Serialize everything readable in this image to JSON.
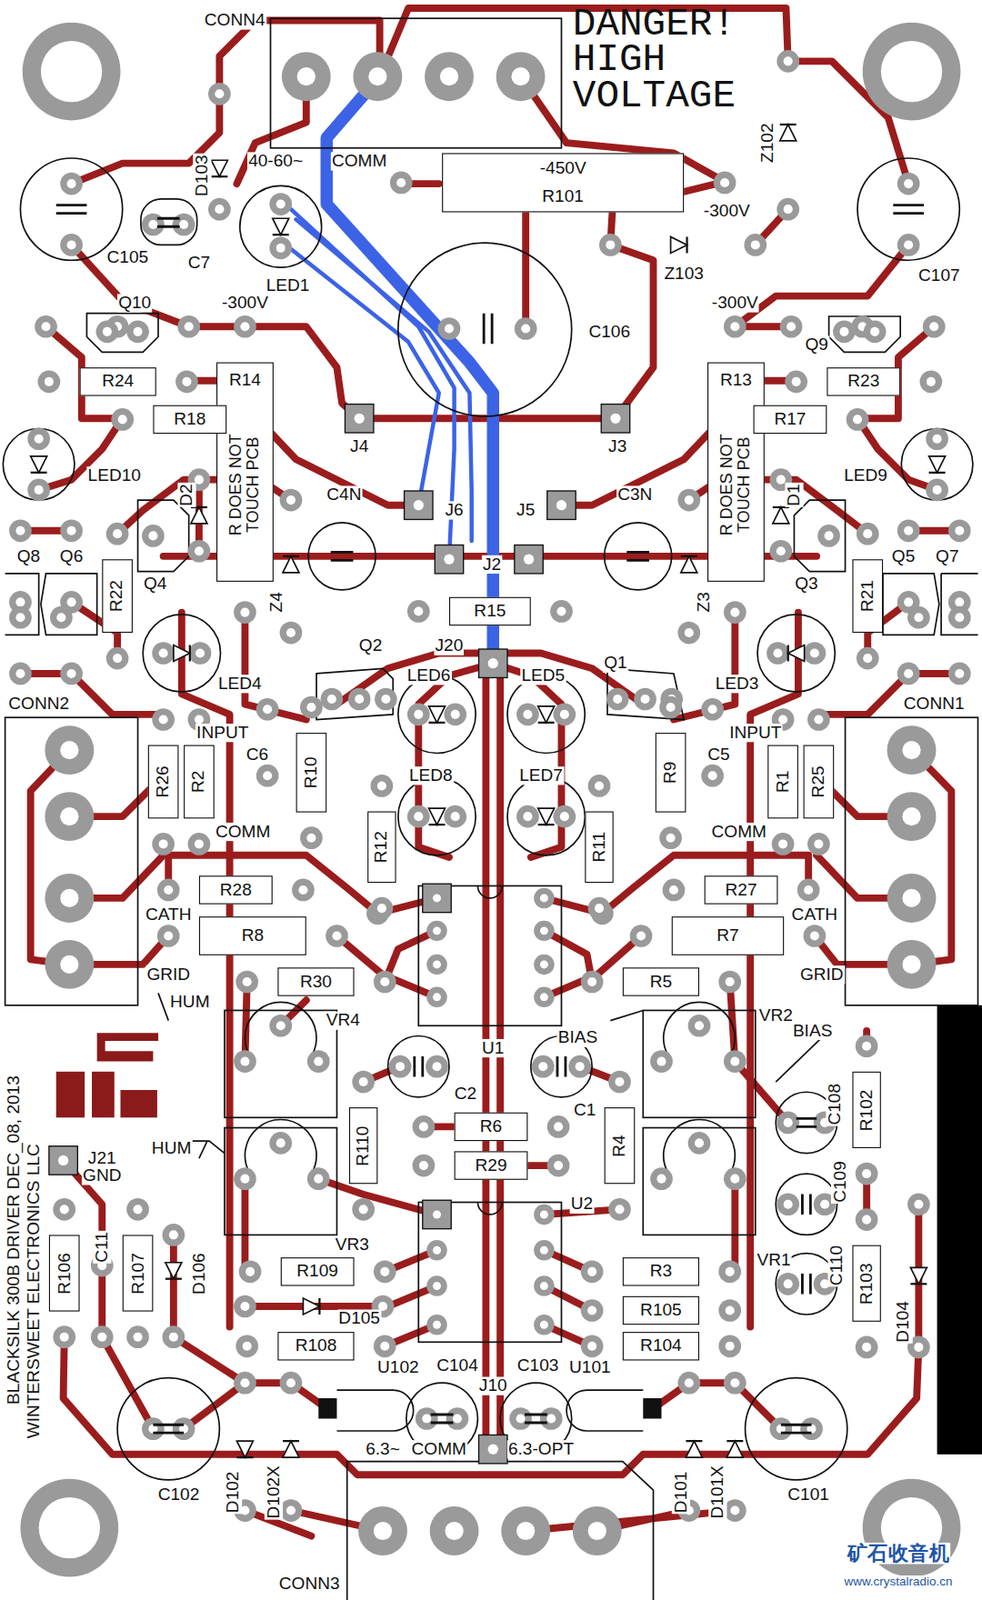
{
  "diagram": {
    "nodes": [
      {
        "text": [
          "-450V",
          "R101"
        ]
      },
      {
        "text": [
          "R24"
        ]
      },
      {
        "text": [
          "R14",
          "R DOES NOT TOUCH PCB"
        ]
      },
      {
        "text": [
          "R13",
          "R DOES NOT TOUCH PCB"
        ]
      },
      {
        "text": [
          "R23"
        ]
      },
      {
        "text": [
          "R18"
        ]
      },
      {
        "text": [
          "R17"
        ]
      },
      {
        "text": [
          "R22"
        ]
      },
      {
        "text": [
          "R21"
        ]
      },
      {
        "text": [
          "R15"
        ]
      },
      {
        "text": [
          "R10"
        ]
      },
      {
        "text": [
          "R9"
        ]
      },
      {
        "text": [
          "R26"
        ]
      },
      {
        "text": [
          "R2"
        ]
      },
      {
        "text": [
          "R1"
        ]
      },
      {
        "text": [
          "R25"
        ]
      },
      {
        "text": [
          "R12"
        ]
      },
      {
        "text": [
          "R11"
        ]
      },
      {
        "text": [
          "R28"
        ]
      },
      {
        "text": [
          "R27"
        ]
      },
      {
        "text": [
          "R8"
        ]
      },
      {
        "text": [
          "R7"
        ]
      },
      {
        "text": [
          "R30"
        ]
      },
      {
        "text": [
          "R5"
        ]
      },
      {
        "text": [
          "R6"
        ]
      },
      {
        "text": [
          "R110"
        ]
      },
      {
        "text": [
          "R4"
        ]
      },
      {
        "text": [
          "R102"
        ]
      },
      {
        "text": [
          "R29"
        ]
      },
      {
        "text": [
          "R106"
        ]
      },
      {
        "text": [
          "R107"
        ]
      },
      {
        "text": [
          "R103"
        ]
      },
      {
        "text": [
          "R109"
        ]
      },
      {
        "text": [
          "R3"
        ]
      },
      {
        "text": [
          "R105"
        ]
      },
      {
        "text": [
          "R108"
        ]
      },
      {
        "text": [
          "R104"
        ]
      }
    ],
    "labels": [
      "CONN4",
      "DANGER! HIGH VOLTAGE",
      "D103",
      "40-60~",
      "COMM",
      "-300V",
      "Z102",
      "C105",
      "C7",
      "LED1",
      "Z103",
      "C107",
      "Q10",
      "-300V",
      "-300V",
      "Q9",
      "C106",
      "J4",
      "J3",
      "LED10",
      "LED9",
      "D2",
      "D1",
      "C4N",
      "C3N",
      "J6",
      "J5",
      "J2",
      "Q8",
      "Q6",
      "Q4",
      "Z4",
      "Z3",
      "Q3",
      "Q5",
      "Q7",
      "J20",
      "Q2",
      "Q1",
      "LED6",
      "LED5",
      "LED4",
      "LED3",
      "CONN2",
      "CONN1",
      "INPUT",
      "INPUT",
      "C6",
      "C5",
      "LED8",
      "LED7",
      "COMM",
      "COMM",
      "CATH",
      "CATH",
      "GRID",
      "GRID",
      "HUM",
      "VR4",
      "VR2",
      "BIAS",
      "BIAS",
      "U1",
      "C2",
      "C1",
      "J21",
      "GND",
      "HUM",
      "C108",
      "C109",
      "U2",
      "C110",
      "C11",
      "VR3",
      "VR1",
      "D106",
      "D105",
      "D104",
      "U102",
      "C104",
      "C103",
      "U101",
      "J10",
      "6.3~",
      "COMM",
      "6.3-OPT",
      "C102",
      "C101",
      "D102",
      "D102X",
      "D101",
      "D101X",
      "CONN3",
      "BLACKSILK 300B DRIVER DEC_08, 2013",
      "WINTERSWEET ELECTRONICS LLC",
      "矿石收音机",
      "www.crystalradio.cn"
    ]
  }
}
